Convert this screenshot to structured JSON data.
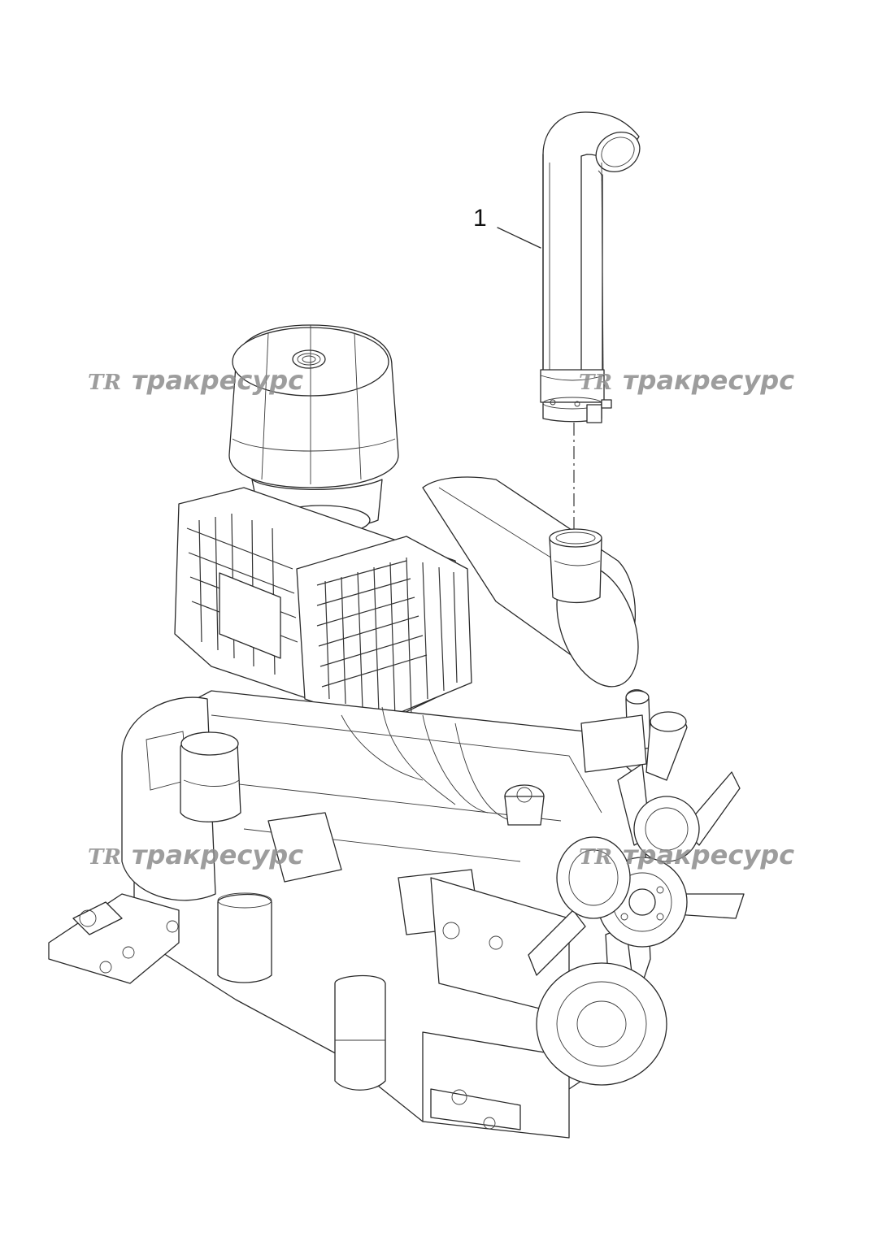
{
  "callouts": [
    {
      "number": "1",
      "part": "exhaust-pipe"
    }
  ],
  "watermark": {
    "logo_text": "TR",
    "brand_text": "тракресурс",
    "color": "#8d8d8d"
  },
  "drawing": {
    "subject": "engine-assembly",
    "line_color": "#2a2a2a",
    "background": "#ffffff"
  }
}
